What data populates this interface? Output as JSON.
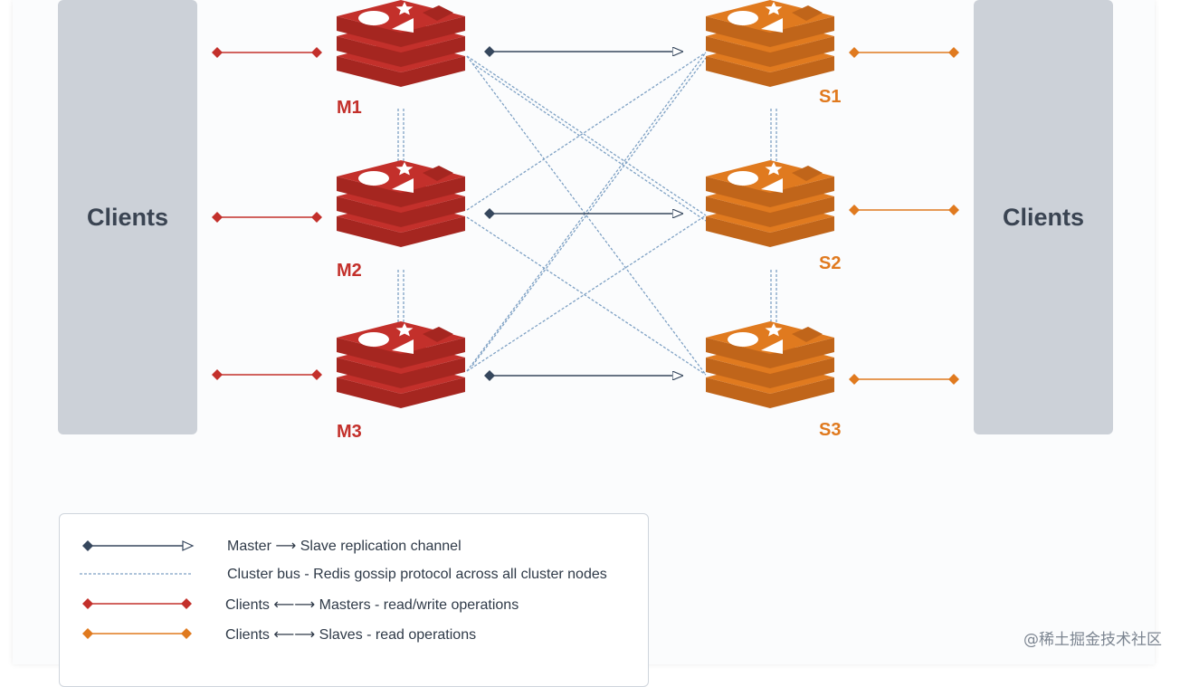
{
  "clients_left": "Clients",
  "clients_right": "Clients",
  "masters": [
    {
      "label": "M1"
    },
    {
      "label": "M2"
    },
    {
      "label": "M3"
    }
  ],
  "slaves": [
    {
      "label": "S1"
    },
    {
      "label": "S2"
    },
    {
      "label": "S3"
    }
  ],
  "legend": {
    "row1": "Master ⟶ Slave replication channel",
    "row2": "Cluster bus - Redis gossip protocol across all cluster nodes",
    "row3": "Clients ⟵⟶ Masters - read/write operations",
    "row4": "Clients ⟵⟶ Slaves - read operations"
  },
  "watermark": "@稀土掘金技术社区",
  "colors": {
    "master": "#c3302b",
    "master_dark": "#a52620",
    "slave": "#e07a1f",
    "slave_dark": "#c0651a",
    "replication": "#36475d",
    "cluster_bus": "#7ea1c4",
    "client_box": "#ccd1d8"
  }
}
